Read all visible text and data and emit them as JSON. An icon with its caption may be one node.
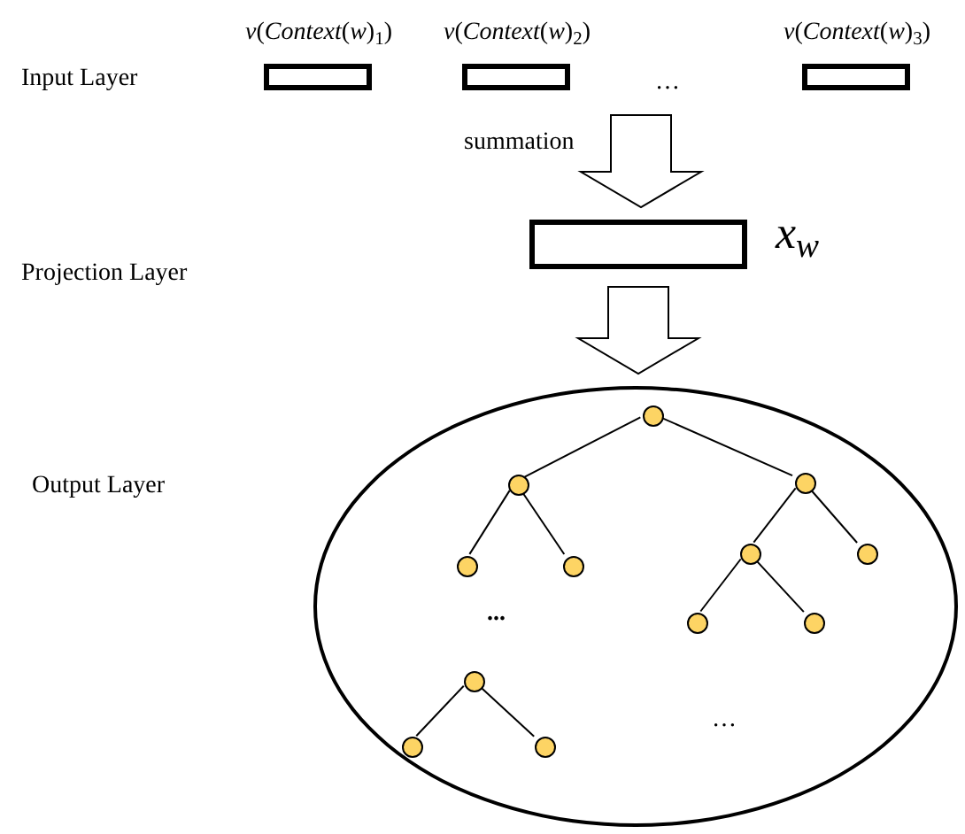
{
  "diagram": {
    "nodes": [
      {
        "text": [],
        "shape": "box",
        "beside": [
          "*v*(*Context*(*w*)$_{1}$)"
        ]
      },
      {
        "text": [],
        "shape": "box",
        "beside": [
          "*v*(*Context*(*w*)$_{2}$)"
        ]
      },
      {
        "text": [],
        "shape": "box",
        "beside": [
          "*v*(*Context*(*w*)$_{3}$)"
        ]
      },
      {
        "text": [],
        "shape": "box",
        "beside": [
          "*x*$_{w}$"
        ]
      },
      {
        "text": [],
        "shape": "circle"
      },
      {
        "text": [],
        "shape": "circle",
        "in": 4
      },
      {
        "text": [],
        "shape": "circle",
        "in": 4
      },
      {
        "text": [],
        "shape": "circle",
        "in": 4
      },
      {
        "text": [],
        "shape": "circle",
        "in": 4
      },
      {
        "text": [],
        "shape": "circle",
        "in": 4
      },
      {
        "text": [],
        "shape": "circle",
        "in": 4
      },
      {
        "text": [],
        "shape": "circle",
        "in": 4
      },
      {
        "text": [],
        "shape": "circle",
        "in": 4
      },
      {
        "text": [],
        "shape": "circle",
        "in": 4
      },
      {
        "text": [],
        "shape": "circle",
        "in": 4
      },
      {
        "text": [],
        "shape": "circle",
        "in": 4
      },
      {
        "text": [],
        "shape": "circle",
        "in": 4
      }
    ],
    "edges": [
      {
        "from": null,
        "to": 3,
        "arrow": "to",
        "label": "summation",
        "style": "thick"
      },
      {
        "from": 3,
        "to": 4,
        "arrow": "to",
        "style": "thick"
      },
      {
        "from": 5,
        "to": 6,
        "arrow": "none"
      },
      {
        "from": 5,
        "to": 7,
        "arrow": "none"
      },
      {
        "from": 6,
        "to": 8,
        "arrow": "none"
      },
      {
        "from": 6,
        "to": 9,
        "arrow": "none"
      },
      {
        "from": 7,
        "to": 10,
        "arrow": "none"
      },
      {
        "from": 7,
        "to": 11,
        "arrow": "none"
      },
      {
        "from": 10,
        "to": 12,
        "arrow": "none"
      },
      {
        "from": 10,
        "to": 13,
        "arrow": "none"
      },
      {
        "from": 14,
        "to": 15,
        "arrow": "none"
      },
      {
        "from": 14,
        "to": 16,
        "arrow": "none"
      }
    ],
    "labels": [
      "Input Layer",
      "…",
      "Projection Layer",
      "Output Layer",
      "...",
      "…"
    ]
  }
}
